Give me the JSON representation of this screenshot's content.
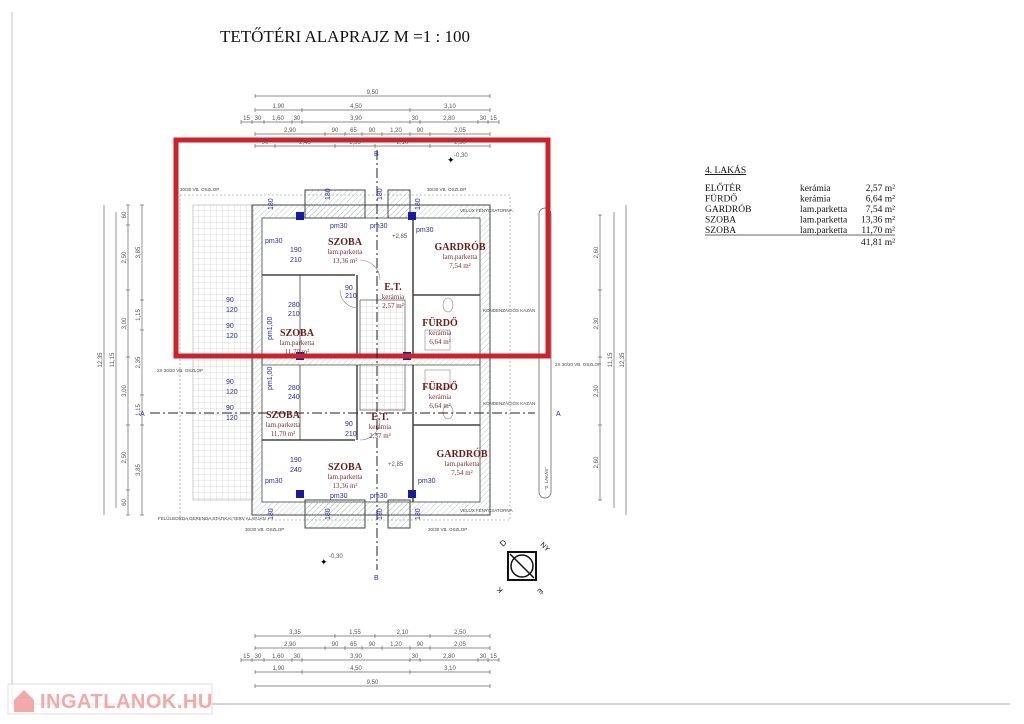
{
  "title": "TETŐTÉRI ALAPRAJZ M =1 : 100",
  "legend": {
    "heading": "4. LAKÁS",
    "rows": [
      {
        "room": "ELŐTÉR",
        "finish": "kerámia",
        "area": "2,57 m²"
      },
      {
        "room": "FÜRDŐ",
        "finish": "kerámia",
        "area": "6,64 m²"
      },
      {
        "room": "GARDRÓB",
        "finish": "lam.parketta",
        "area": "7,54 m²"
      },
      {
        "room": "SZOBA",
        "finish": "lam.parketta",
        "area": "13,36 m²"
      },
      {
        "room": "SZOBA",
        "finish": "lam.parketta",
        "area": "11,70 m²"
      }
    ],
    "total": "41,81 m²"
  },
  "rooms": [
    {
      "name": "SZOBA",
      "finish": "lam.parketta",
      "area": "13,36 m²"
    },
    {
      "name": "GARDRÓB",
      "finish": "lam.parketta",
      "area": "7,54 m²"
    },
    {
      "name": "E.T.",
      "finish": "kerámia",
      "area": "2,57 m²"
    },
    {
      "name": "FÜRDŐ",
      "finish": "kerámia",
      "area": "6,64 m²"
    },
    {
      "name": "SZOBA",
      "finish": "lam.parketta",
      "area": "11,70 m²"
    },
    {
      "name": "FÜRDŐ",
      "finish": "kerámia",
      "area": "6,64 m²"
    },
    {
      "name": "SZOBA",
      "finish": "lam.parketta",
      "area": "11,70 m²"
    },
    {
      "name": "E.T.",
      "finish": "kerámia",
      "area": "2,57 m²"
    },
    {
      "name": "GARDRÓB",
      "finish": "lam.parketta",
      "area": "7,54 m²"
    },
    {
      "name": "SZOBA",
      "finish": "lam.parketta",
      "area": "13,36 m²"
    }
  ],
  "dimensions": {
    "top_total": "9,50",
    "top_row2": [
      "1,90",
      "4,50",
      "3,10"
    ],
    "top_row3": [
      "15",
      "30",
      "1,60",
      "30",
      "3,90",
      "30",
      "2,80",
      "30",
      "15"
    ],
    "top_row4": [
      "2,90",
      "90",
      "65",
      "90",
      "1,20",
      "90",
      "2,05"
    ],
    "top_row5": [
      "90",
      "2,45",
      "1,55",
      "2,10",
      "2,50"
    ],
    "bottom_row1": [
      "3,35",
      "1,55",
      "2,10",
      "2,50"
    ],
    "bottom_row2": [
      "2,90",
      "90",
      "65",
      "90",
      "1,20",
      "90",
      "2,05"
    ],
    "bottom_row3": [
      "15",
      "30",
      "1,60",
      "30",
      "3,90",
      "30",
      "2,80",
      "30",
      "15"
    ],
    "bottom_row4": [
      "1,90",
      "4,50",
      "3,10"
    ],
    "bottom_total": "9,50",
    "left_total": "12,35",
    "left_inner": "11,15",
    "left_chain": [
      "60",
      "2,50",
      "3,00",
      "3,00",
      "2,50",
      "60"
    ],
    "left_chain2": [
      "3,85",
      "1,15",
      "2,35",
      "1,15",
      "3,85"
    ],
    "right_total": "12,35",
    "right_inner": "11,15",
    "right_chain": [
      "2,60",
      "2,30",
      "2,30",
      "2,60"
    ]
  },
  "labels": {
    "level_top": "-0,30",
    "level_bottom": "-0,30",
    "level_room": "+2,85",
    "axis_a": "A",
    "axis_b": "B",
    "pm30": "pm30",
    "pm100": "pm1,00",
    "door_90": "90",
    "door_210": "210",
    "win_190": "190",
    "win_210": "210",
    "win_240": "240",
    "win_280": "280",
    "win_120": "120",
    "win_180": "180",
    "note_column": "30/30 VB. OSZLOP",
    "note_column_2x": "2X 30/20 VB. OSZLOP",
    "note_velux": "VELUX FÉNYCSATORNA",
    "note_boiler": "KONDENZÁCIÓS KAZÁN",
    "note_beam": "FELÜLBORDA GERENDA STATIKAI TERV ALAPJÁN",
    "neighbour_unit": "\"3. LAKÁS\"",
    "compass": [
      "D",
      "NY",
      "K",
      "É"
    ]
  },
  "highlight_color": "#d0202a",
  "watermark": "INGATLANOK.HU"
}
